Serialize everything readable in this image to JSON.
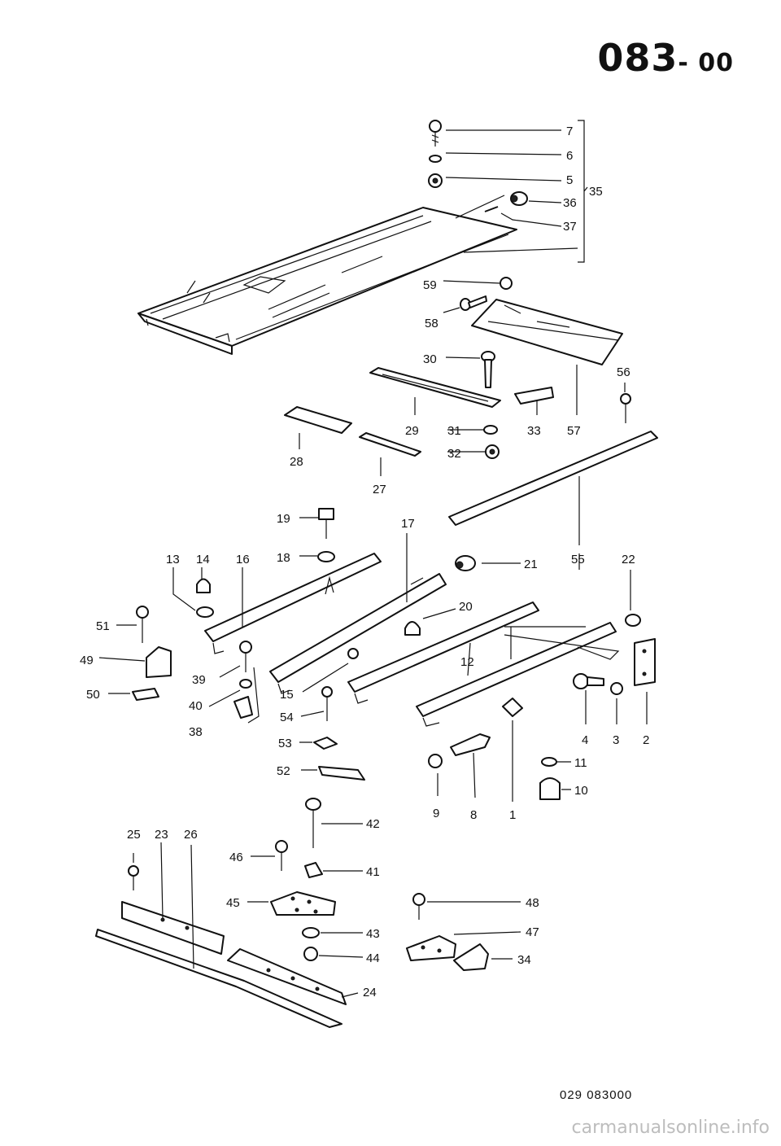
{
  "header": {
    "code_main": "083",
    "code_suffix": "- 00"
  },
  "footer": {
    "drawing_number": "029  083000"
  },
  "watermark": "carmanualsonline.info",
  "callouts": [
    {
      "id": "c7",
      "text": "7"
    },
    {
      "id": "c6",
      "text": "6"
    },
    {
      "id": "c5",
      "text": "5"
    },
    {
      "id": "c36",
      "text": "36"
    },
    {
      "id": "c37",
      "text": "37"
    },
    {
      "id": "c35",
      "text": "35"
    },
    {
      "id": "c59",
      "text": "59"
    },
    {
      "id": "c58",
      "text": "58"
    },
    {
      "id": "c30",
      "text": "30"
    },
    {
      "id": "c56",
      "text": "56"
    },
    {
      "id": "c29",
      "text": "29"
    },
    {
      "id": "c31",
      "text": "31"
    },
    {
      "id": "c33",
      "text": "33"
    },
    {
      "id": "c57",
      "text": "57"
    },
    {
      "id": "c32",
      "text": "32"
    },
    {
      "id": "c28",
      "text": "28"
    },
    {
      "id": "c27",
      "text": "27"
    },
    {
      "id": "c19",
      "text": "19"
    },
    {
      "id": "c17",
      "text": "17"
    },
    {
      "id": "c13",
      "text": "13"
    },
    {
      "id": "c14",
      "text": "14"
    },
    {
      "id": "c16",
      "text": "16"
    },
    {
      "id": "c18",
      "text": "18"
    },
    {
      "id": "c21",
      "text": "21"
    },
    {
      "id": "c55",
      "text": "55"
    },
    {
      "id": "c22",
      "text": "22"
    },
    {
      "id": "c20",
      "text": "20"
    },
    {
      "id": "c51",
      "text": "51"
    },
    {
      "id": "c49",
      "text": "49"
    },
    {
      "id": "c39",
      "text": "39"
    },
    {
      "id": "c12",
      "text": "12"
    },
    {
      "id": "c50",
      "text": "50"
    },
    {
      "id": "c40",
      "text": "40"
    },
    {
      "id": "c15",
      "text": "15"
    },
    {
      "id": "c38",
      "text": "38"
    },
    {
      "id": "c54",
      "text": "54"
    },
    {
      "id": "c4",
      "text": "4"
    },
    {
      "id": "c3",
      "text": "3"
    },
    {
      "id": "c2",
      "text": "2"
    },
    {
      "id": "c53",
      "text": "53"
    },
    {
      "id": "c11",
      "text": "11"
    },
    {
      "id": "c52",
      "text": "52"
    },
    {
      "id": "c10",
      "text": "10"
    },
    {
      "id": "c9",
      "text": "9"
    },
    {
      "id": "c8",
      "text": "8"
    },
    {
      "id": "c1",
      "text": "1"
    },
    {
      "id": "c42",
      "text": "42"
    },
    {
      "id": "c25",
      "text": "25"
    },
    {
      "id": "c23",
      "text": "23"
    },
    {
      "id": "c26",
      "text": "26"
    },
    {
      "id": "c46",
      "text": "46"
    },
    {
      "id": "c41",
      "text": "41"
    },
    {
      "id": "c45",
      "text": "45"
    },
    {
      "id": "c48",
      "text": "48"
    },
    {
      "id": "c43",
      "text": "43"
    },
    {
      "id": "c47",
      "text": "47"
    },
    {
      "id": "c44",
      "text": "44"
    },
    {
      "id": "c34",
      "text": "34"
    },
    {
      "id": "c24",
      "text": "24"
    }
  ]
}
